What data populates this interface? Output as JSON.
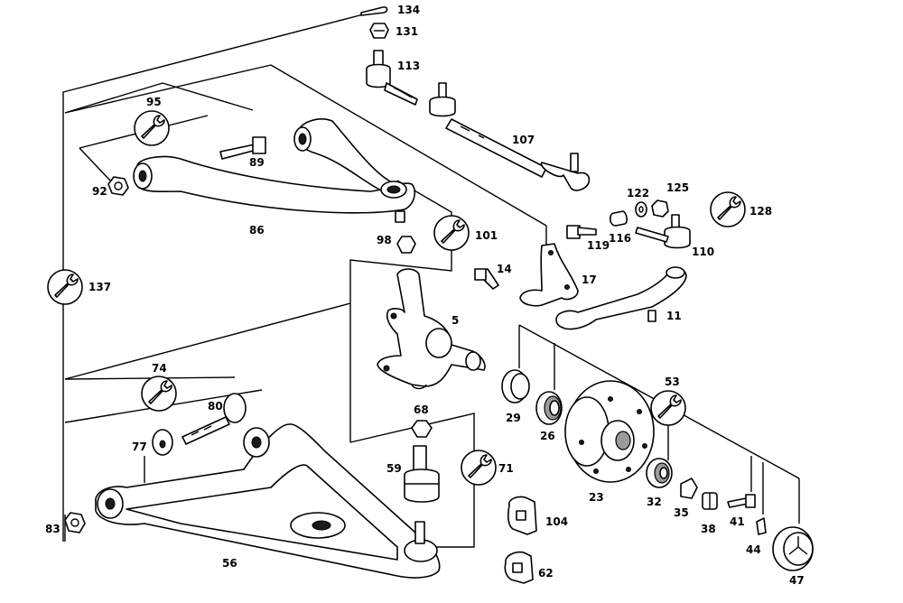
{
  "callouts": {
    "c134": "134",
    "c131": "131",
    "c113": "113",
    "c95": "95",
    "c107": "107",
    "c89": "89",
    "c92": "92",
    "c122": "122",
    "c125": "125",
    "c128": "128",
    "c86": "86",
    "c98": "98",
    "c101": "101",
    "c119": "119",
    "c116": "116",
    "c110": "110",
    "c14": "14",
    "c17": "17",
    "c137": "137",
    "c5": "5",
    "c11": "11",
    "c74": "74",
    "c53": "53",
    "c80": "80",
    "c29": "29",
    "c68": "68",
    "c26": "26",
    "c77": "77",
    "c71": "71",
    "c59": "59",
    "c23": "23",
    "c32": "32",
    "c35": "35",
    "c104": "104",
    "c41": "41",
    "c38": "38",
    "c83": "83",
    "c44": "44",
    "c56": "56",
    "c62": "62",
    "c47": "47"
  },
  "icons": {
    "wrench": "wrench-icon"
  }
}
